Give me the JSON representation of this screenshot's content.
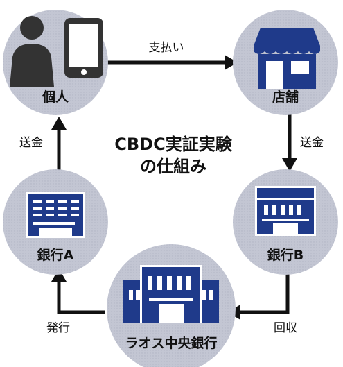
{
  "title": {
    "line1": "CBDC実証実験",
    "line2": "の仕組み"
  },
  "nodes": {
    "individual": {
      "label": "個人",
      "icon": "person-with-smartphone-icon"
    },
    "store": {
      "label": "店舗",
      "icon": "storefront-icon"
    },
    "bank_a": {
      "label": "銀行A",
      "icon": "bank-building-icon"
    },
    "bank_b": {
      "label": "銀行B",
      "icon": "bank-building-icon"
    },
    "central_bank": {
      "label": "ラオス中央銀行",
      "icon": "central-bank-building-icon"
    }
  },
  "edges": {
    "payment": "支払い",
    "remit_store_to_bank_b": "送金",
    "collection": "回収",
    "issuance": "発行",
    "remit_bank_a_to_individual": "送金"
  },
  "colors": {
    "circle": "#c9ccd8",
    "icon_navy": "#1f3a8a",
    "icon_white": "#ffffff",
    "arrow": "#111111",
    "person": "#333333"
  }
}
